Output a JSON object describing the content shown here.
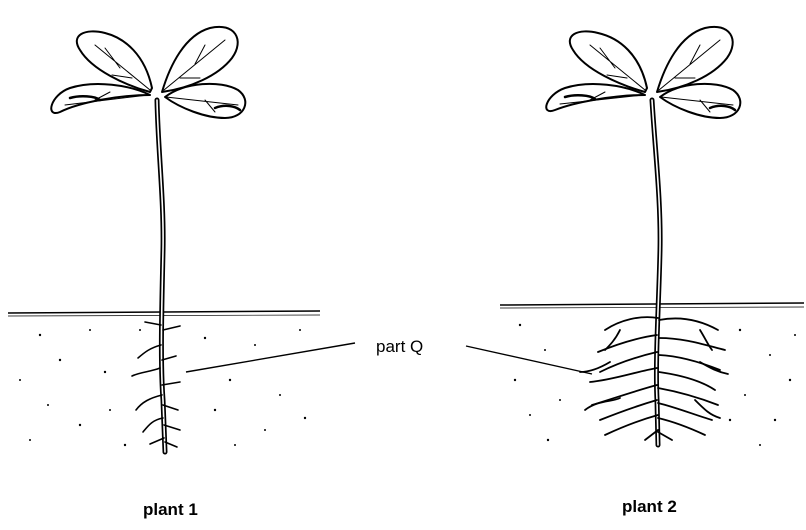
{
  "labels": {
    "plant1": "plant 1",
    "plant2": "plant 2",
    "part_q": "part Q"
  }
}
